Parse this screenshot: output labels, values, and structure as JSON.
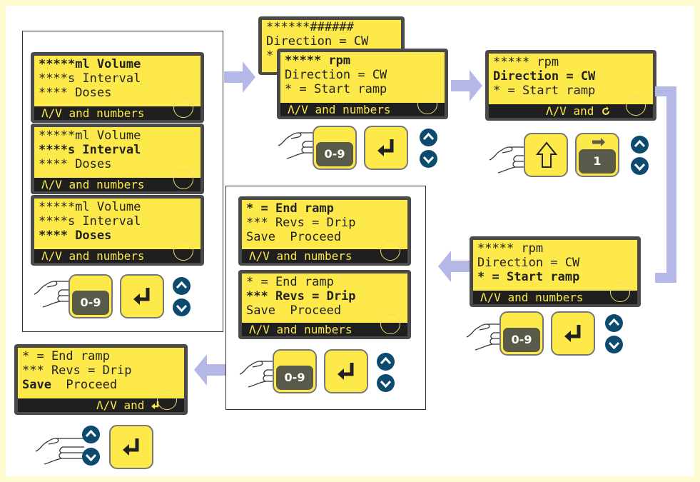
{
  "colors": {
    "background": "#fefcd0",
    "lcd_yellow": "#fde94a",
    "lcd_bar": "#1f1f1f",
    "arrow": "#b5b8e6",
    "nav_button": "#0d4a70",
    "dark_key": "#5a5a4a"
  },
  "screens": {
    "volume": {
      "l1a": "*****",
      "l1b": "ml Volume",
      "l2a": "****",
      "l2b": "s Interval",
      "l3a": "****",
      "l3b": " Doses",
      "bar": "Λ/V and numbers"
    },
    "interval": {
      "l1a": "*****",
      "l1b": "ml Volume",
      "l2a": "****",
      "l2b": "s Interval",
      "l3a": "****",
      "l3b": " Doses",
      "bar": "Λ/V and numbers"
    },
    "doses": {
      "l1a": "*****",
      "l1b": "ml Volume",
      "l2a": "****",
      "l2b": "s Interval",
      "l3a": "****",
      "l3b": " Doses",
      "bar": "Λ/V and numbers"
    },
    "behind": {
      "l1": "******######",
      "l2": "Direction = CW",
      "l3": "*"
    },
    "rpm": {
      "l1a": "*****",
      "l1b": " rpm",
      "l2": "Direction = CW",
      "l3": "* = Start ramp",
      "bar": "Λ/V and numbers"
    },
    "direction": {
      "l1": "***** rpm",
      "l2": "Direction = CW",
      "l3": "* = Start ramp",
      "bar": "Λ/V and"
    },
    "startramp": {
      "l1": "***** rpm",
      "l2": "Direction = CW",
      "l3a": "*",
      "l3b": " = Start ramp",
      "bar": "Λ/V and numbers"
    },
    "endramp": {
      "l1a": "*",
      "l1b": " = End ramp",
      "l2": "*** Revs = Drip",
      "l3": "Save  Proceed",
      "bar": "Λ/V and numbers"
    },
    "revs": {
      "l1": "* = End ramp",
      "l2a": "***",
      "l2b": " Revs = Drip",
      "l3": "Save  Proceed",
      "bar": "Λ/V and numbers"
    },
    "save": {
      "l1": "* = End ramp",
      "l2": "*** Revs = Drip",
      "l3a": "Save",
      "l3b": "  Proceed",
      "bar": "Λ/V and"
    }
  },
  "keys": {
    "numeric": "0-9",
    "one": "1"
  },
  "icons": [
    "hand-pointer-icon",
    "enter-icon",
    "up-nav-icon",
    "down-nav-icon",
    "shift-up-icon",
    "rotate-icon",
    "flow-arrow-icon",
    "logo-ring-icon"
  ]
}
